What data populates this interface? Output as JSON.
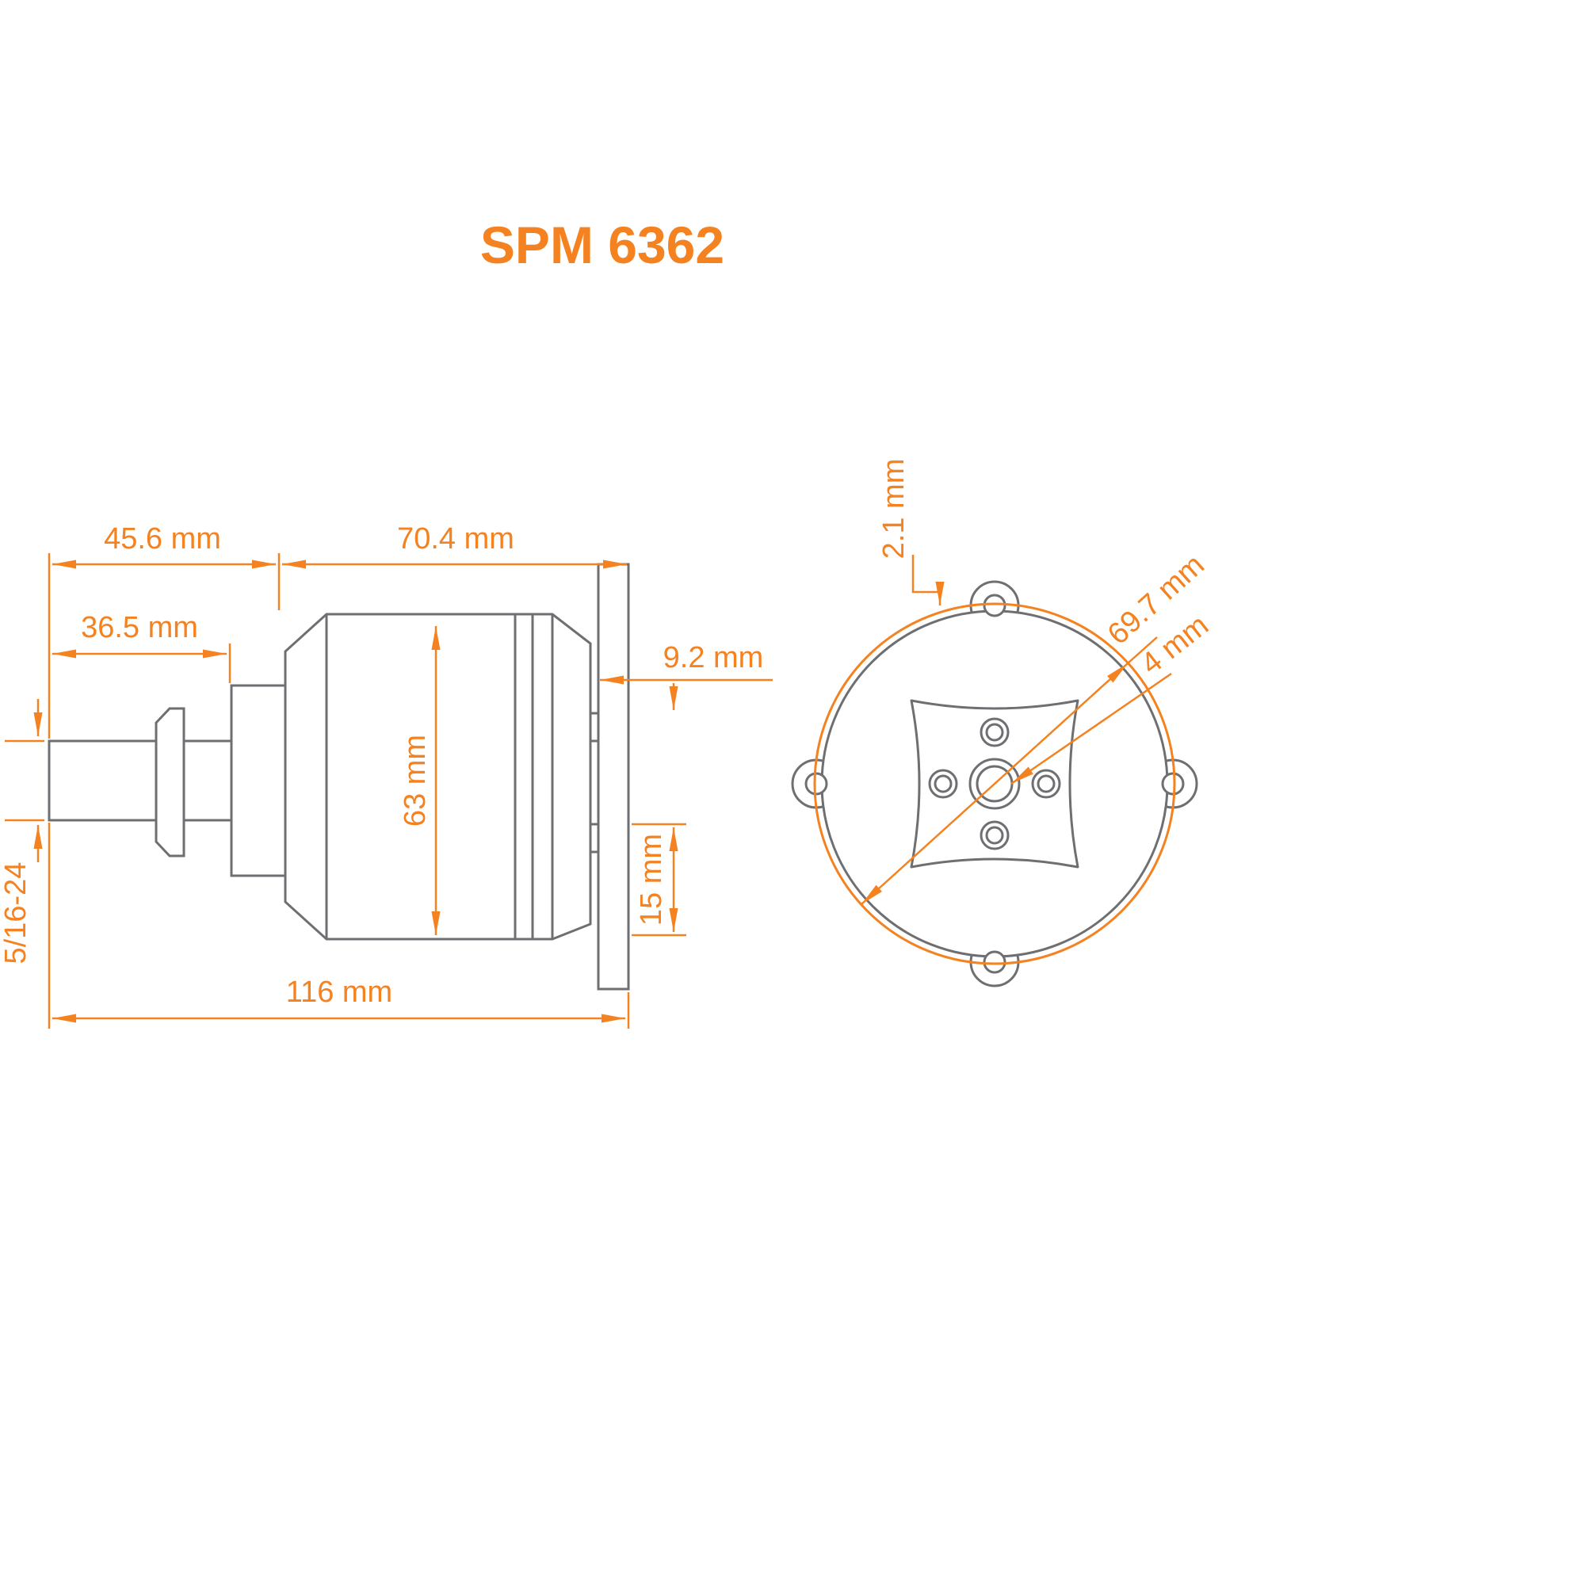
{
  "title": "SPM 6362",
  "colors": {
    "accent": "#F58220",
    "line_gray": "#6E6F72"
  },
  "side_view": {
    "dimensions": {
      "shaft_length": "45.6 mm",
      "can_length": "70.4 mm",
      "shaft_to_mount": "36.5 mm",
      "rear_offset": "9.2 mm",
      "can_diameter": "63 mm",
      "mount_height": "15 mm",
      "overall_length": "116 mm",
      "shaft_thread": "5/16-24"
    }
  },
  "front_view": {
    "dimensions": {
      "plate_thickness": "2.1 mm",
      "case_diameter": "69.7 mm",
      "shaft_diameter": "4 mm"
    }
  }
}
